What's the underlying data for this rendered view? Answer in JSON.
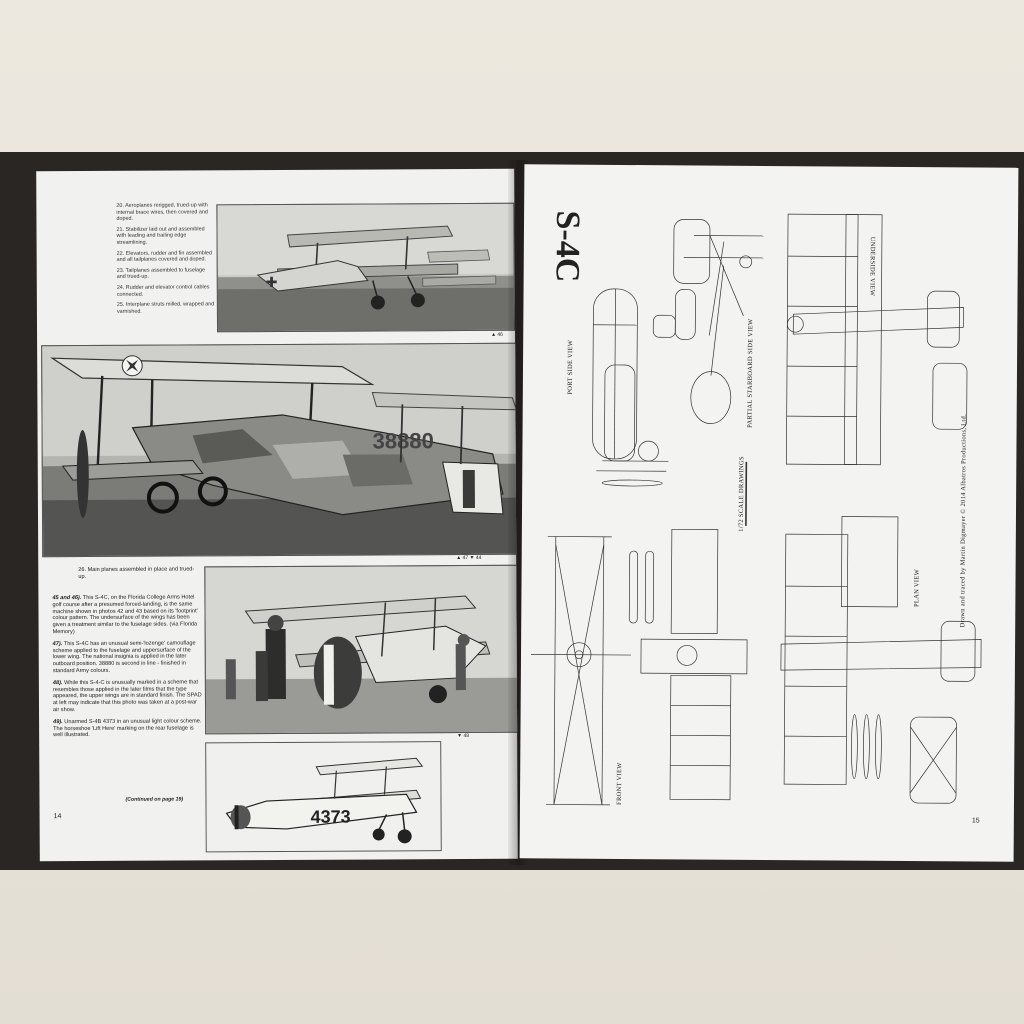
{
  "left_page": {
    "page_number": "14",
    "assembly_steps": [
      "20. Aeroplanes rerigged, trued-up with internal brace wires, then covered and doped.",
      "21. Stabilizer laid out and assembled with leading and trailing edge streamlining.",
      "22. Elevators, rudder and fin assembled and all tailplanes covered and doped.",
      "23. Tailplanes assembled to fuselage and trued-up.",
      "24. Rudder and elevator control cables connected.",
      "25. Interplane struts milled, wrapped and varnished."
    ],
    "photo_refs": {
      "top": "▲ 46",
      "middle": "▲ 47 ▼ 44",
      "lower": "▼ 48"
    },
    "step_26": "26. Main planes assembled in place and trued-up.",
    "captions": [
      {
        "lead": "45 and 46).",
        "text": "This S-4C, on the Florida College Arms Hotel golf course after a presumed forced-landing, is the same machine shown in photos 42 and 43 based on its 'footprint' colour pattern. The undersurface of the wings has been given a treatment similar to the fuselage sides. (via Florida Memory)"
      },
      {
        "lead": "47).",
        "text": "This S-4C has an unusual semi-'lozenge' camouflage scheme applied to the fuselage and uppersurface of the lower wing. The national insignia is applied in the later outboard position. 38880 is second in line - finished in standard Army colours."
      },
      {
        "lead": "48).",
        "text": "While this S-4-C is unusually marked in a scheme that resembles those applied in the later films that the type appeared, the upper wings are in standard finish. The SPAD at left may indicate that this photo was taken at a post-war air show."
      },
      {
        "lead": "49).",
        "text": "Unarmed S-4B 4373 in an unusual light colour scheme. The horseshoe 'Lift Here' marking on the rear fuselage is well illustrated."
      }
    ],
    "continued": "(Continued on page 19)",
    "serial_large": "38880",
    "serial_small": "4373"
  },
  "right_page": {
    "page_number": "15",
    "title": "S-4C",
    "labels": {
      "port_side": "PORT SIDE VIEW",
      "partial_starboard": "PARTIAL STARBOARD SIDE VIEW",
      "underside": "UNDERSIDE VIEW",
      "scale": "1/72 SCALE DRAWINGS",
      "front": "FRONT VIEW",
      "plan": "PLAN VIEW",
      "credit": "Drawn and traced by Martin Digmayer © 2014 Albatros Productions, Ltd."
    }
  },
  "colors": {
    "paper": "#f1f1ef",
    "ink": "#222222",
    "photo_grey": "#8a8a88"
  }
}
